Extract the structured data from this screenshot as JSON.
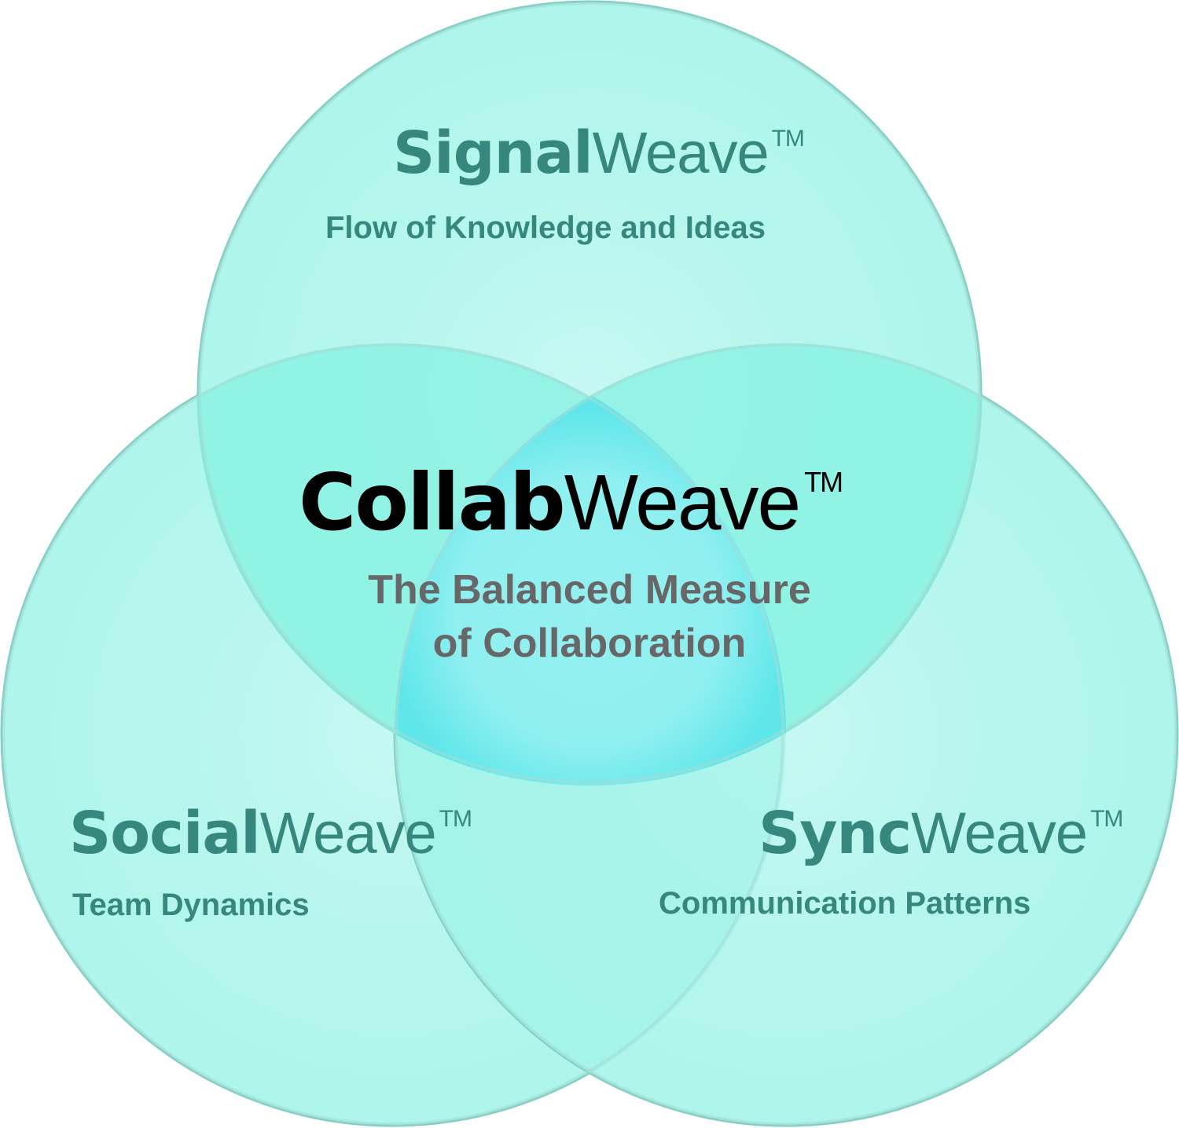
{
  "diagram": {
    "type": "venn",
    "colors": {
      "circle_fill": "#b0f6ec",
      "pair_overlap": "#8cf2e4",
      "center_overlap": "#93eff0",
      "center_edge": "#5ee6ea",
      "circle_stroke": "#7ccdc3",
      "text_teal": "#36877d",
      "text_grey": "#676767",
      "text_black": "#000000"
    },
    "top": {
      "bold": "Signal",
      "light": "Weave",
      "tm": "TM",
      "subtitle": "Flow of Knowledge and Ideas"
    },
    "left": {
      "bold": "Social",
      "light": "Weave",
      "tm": "TM",
      "subtitle": "Team Dynamics"
    },
    "right": {
      "bold": "Sync",
      "light": "Weave",
      "tm": "TM",
      "subtitle": "Communication Patterns"
    },
    "center": {
      "bold": "Collab",
      "light": "Weave",
      "tm": "TM",
      "subtitle_line1": "The Balanced Measure",
      "subtitle_line2": "of Collaboration"
    }
  }
}
